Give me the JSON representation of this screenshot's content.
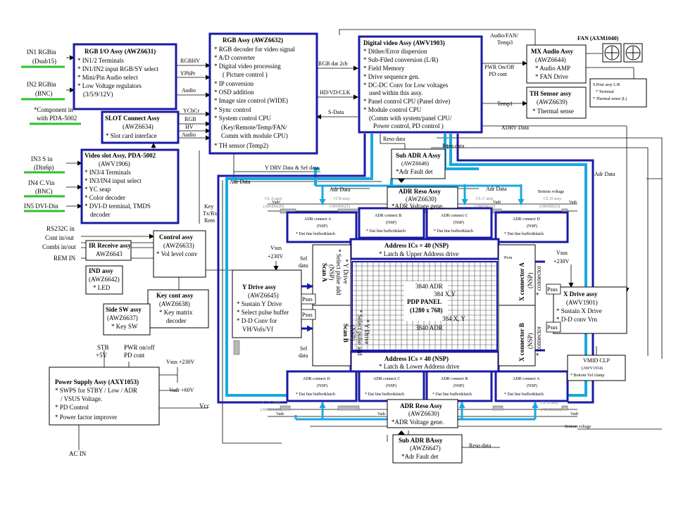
{
  "inputs": {
    "in1_a": "IN1 RGBin",
    "in1_b": "(Dsub15)",
    "in2_a": "IN2 RGBin",
    "in2_b": "(BNC)",
    "component_a": "*Component in",
    "component_b": "with PDA-5002",
    "in3_a": "IN3 S in",
    "in3_b": "(Din6p)",
    "in4_a": "IN4 C.Vin",
    "in4_b": "(BNC)",
    "in5": "IN5 DVI-Din",
    "rs232_a": "RS232C in",
    "rs232_b": "Cont in/out",
    "rs232_c": "Combi in/out",
    "remin": "REM IN",
    "stb": "STB",
    "plus5v": "+5V",
    "pwr_a": "PWR on/off",
    "pwr_b": "PD cont",
    "acin": "AC IN"
  },
  "blocks": {
    "rgbio": [
      "RGB I/O Assy (AWZ6631)",
      "* IN1/2 Terminals",
      "* IN1/IN2 input RGB/SY select",
      "* Mini/Pin Audio select",
      "* Low Voltage regulators",
      "(3/5/9/12V)"
    ],
    "slot": [
      "SLOT Connect Assy",
      "(AWZ6634)",
      "* Slot card interface"
    ],
    "video_slot": [
      "Video slot Assy, PDA-5002",
      "(AWV1906)",
      "* IN3/4 Terminals",
      "* IN3/IN4 input select",
      "* YC seap",
      "* Color decoder",
      "* DVI-D terminal, TMDS",
      "decoder"
    ],
    "ir": [
      "IR Receive assy",
      "AWZ6643"
    ],
    "ind": [
      "IND assy",
      "(AWZ6642)",
      "* LED"
    ],
    "control": [
      "Control assy",
      "(AWZ6633)",
      "* Vol level conv"
    ],
    "keycont": [
      "Key cont assy",
      "(AWZ6638)",
      "* Key matrix",
      "decoder"
    ],
    "sidesw": [
      "Side SW assy",
      "(AWZ6637)",
      "* Key SW"
    ],
    "power": [
      "Power Supply Assy (AXY1053)",
      "* SWPS for STBY / Low / ADR",
      "/ VSUS Voltage.",
      "* PD Control",
      "* Power factor improver"
    ],
    "rgb": [
      "RGB Assy (AWZ6632)",
      "* RGB decoder for video signal",
      "* A/D converter",
      "* Digital video processing",
      "( Picture control )",
      "* IP conversion",
      "* OSD addition",
      "* Image size control (WIDE)",
      "* Sync control",
      "* System control CPU",
      "(Key/Remote/Temp/FAN/",
      "Comm with module CPU)",
      "* TH sensor (Temp2)"
    ],
    "digital": [
      "Digital video Assy (AWV1903)",
      "* Dither/Error dispersion",
      "* Sub-Filed conversion (L/R)",
      "* Field Memory",
      "* Drive sequence gen.",
      "* DC-DC Conv for Low voltages",
      "used within this assy.",
      "* Panel control CPU (Panel drive)",
      "* Module control CPU",
      "(Comm with system/panel CPU/",
      "Power control, PD control )"
    ],
    "mxaudio": [
      "MX Audio Assy",
      "(AWZ6644)",
      "* Audio AMP",
      "* FAN Drive"
    ],
    "thsensor": [
      "TH Sensor assy",
      "(AWZ6639)",
      "* Thermal sense"
    ],
    "fan": "FAN (AXM1040)",
    "spout": [
      "S.Pout assy L/R",
      "* Terminal",
      "* Thermal sense (L)"
    ],
    "subadr_a": [
      "Sub ADR A Assy",
      "(AWZ6646)",
      "*Adr Fault det"
    ],
    "adrreso_top": [
      "ADR Reso Assy",
      "(AWZ6630)",
      "*ADR Voltage  gene."
    ],
    "adrreso_bot": [
      "ADR Reso Assy",
      "(AWZ6630)",
      "*ADR Voltage  gene."
    ],
    "subadr_b": [
      "Sub ADR BAssy",
      "(AWZ6647)",
      "*Adr Fault det"
    ],
    "addr_top": [
      "Address ICs × 40  (NSP)",
      "* Latch & Upper Address drive"
    ],
    "addr_bot": [
      "Address ICs × 40  (NSP)",
      "* Latch & Lower Address drive"
    ],
    "ydrive": [
      "Y Drive assy",
      "(AWZ6645)",
      "* Sustain Y Drive",
      "* Select pulse buffer",
      "* D-D Conv for",
      "VH/Vofs/Vf"
    ],
    "xdrive": [
      "X Drive assy",
      "(AWV1901)",
      "* Sustain X Drive",
      "* D-D conv Vrn"
    ],
    "vmid": [
      "VMID CLP",
      "(AWV1914)",
      "* Bottom Vol clamp"
    ],
    "scan_a": [
      "Scan A",
      "(NSP)",
      "* Select pulse add",
      "* Y Drive"
    ],
    "scan_b": [
      "Scan B",
      "(NSP)",
      "* Select pulse add",
      "* Y Drive"
    ],
    "xconn_a": [
      "X connector A",
      "(NSP)",
      "* connector"
    ],
    "xconn_b": [
      "X connector B",
      "(NSP)",
      "* connector"
    ],
    "pdp": [
      "3840 ADR",
      "384 X,Y",
      "PDP PANEL",
      "(1280 x 768)",
      "384 X, Y",
      "3840 ADR"
    ]
  },
  "adr_connects": {
    "top": [
      [
        "ADR connect A",
        "(NSP)",
        "* Dat line buffer&latch"
      ],
      [
        "ADR connect B",
        "(NSP)",
        "* Dat line buffer&latch"
      ],
      [
        "ADR connect C",
        "(NSP)",
        "* Dat line buffer&latch"
      ],
      [
        "ADR connect D",
        "(NSP)",
        "* Dat line buffer&latch"
      ]
    ],
    "bottom": [
      [
        "ADR connect D",
        "(NSP)",
        "* Dat line buffer&latch"
      ],
      [
        "ADR connect C",
        "(NSP)",
        "* Dat line buffer&latch"
      ],
      [
        "ADR connect B",
        "(NSP)",
        "* Dat line buffer&latch"
      ],
      [
        "ADR connect A",
        "(NSP)",
        "* Dat line buffer&latch"
      ]
    ],
    "cl_top": [
      [
        "CL A assy",
        "(AWZ6620)"
      ],
      [
        "Cl B assy",
        "(AWZ6621)"
      ],
      [
        "CL C assy",
        "(AWZ6622)"
      ],
      [
        "CL D assy",
        "(AWZ6623)"
      ]
    ],
    "cl_bot": [
      [
        "CL C assy",
        "(AWZ6622)"
      ],
      [
        "CL D assy",
        "(AWZ6623)"
      ]
    ]
  },
  "labels": {
    "rgbhv": "RGBHV",
    "ypbpr": "YPbPr",
    "audio1": "Audio",
    "ycbcr": "YCbCr",
    "rgb2": "RGB",
    "hv2": "HV",
    "audio2": "Audio",
    "rgbdat": "RGB dat 2ch",
    "hdvd": "HD/VD/CLK",
    "sdata": "S-Data",
    "audiofan_a": "Audio/FAN/",
    "audiofan_b": "Temp3",
    "pwr_pd_a": "PWR On/Off",
    "pwr_pd_b": "PD cont",
    "temp1": "Temp1",
    "xdrv": "XDRV Data",
    "reso_data": "Reso data",
    "ydrv": "Y DRV Data & Sel data",
    "adr_data": "Adr Data",
    "bottom_voltage": "Bottom voltage",
    "vadr": "Vadr",
    "key_a": "Key",
    "key_b": "Tx/Rx",
    "key_c": "Rem",
    "vsus": "Vsus",
    "v230": "+230V",
    "sel_a": "Sel",
    "sel_b": "data",
    "psus": "Psus",
    "pvrn": "Pvrn",
    "vsus_out": "Vsus +230V",
    "vadr_out": "Vadr +60V",
    "vcc": "Vcc"
  },
  "colors": {
    "navy": "#1a1aa6",
    "cyan": "#19a8e0",
    "green": "#2cc22c",
    "gray": "#9a9a9a"
  }
}
